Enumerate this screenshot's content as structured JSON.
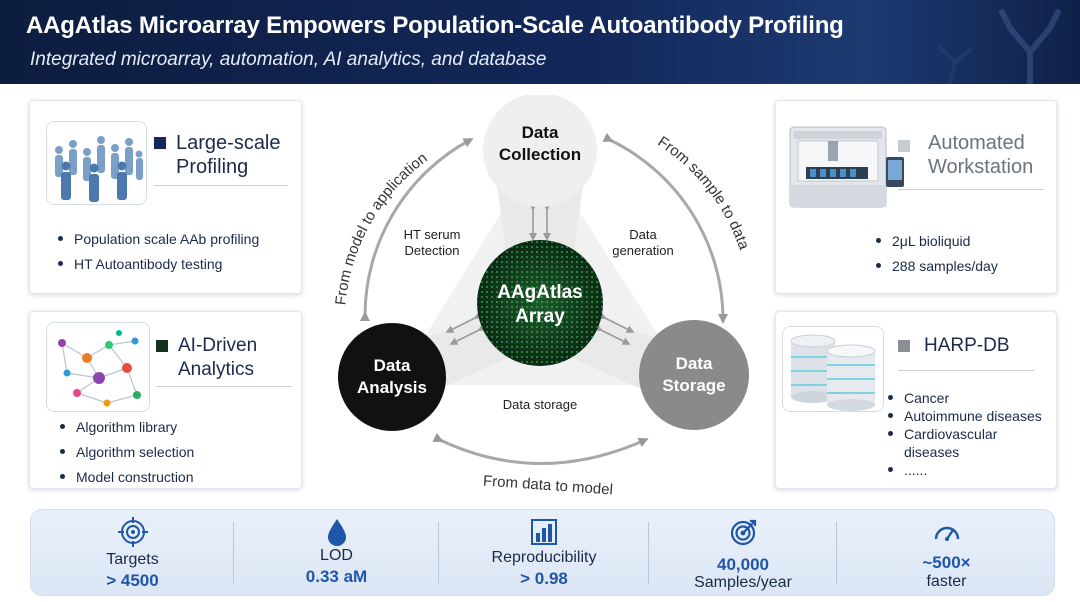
{
  "header": {
    "title": "AAgAtlas Microarray Empowers Population-Scale Autoantibody Profiling",
    "subtitle": "Integrated microarray, automation, AI analytics, and database"
  },
  "cards": {
    "profiling": {
      "heading_line1": "Large-scale",
      "heading_line2": "Profiling",
      "items": [
        "Population scale AAb profiling",
        "HT Autoantibody testing"
      ]
    },
    "analytics": {
      "heading_line1": "AI-Driven",
      "heading_line2": "Analytics",
      "items": [
        "Algorithm library",
        "Algorithm selection",
        "Model construction"
      ]
    },
    "workstation": {
      "heading_line1": "Automated",
      "heading_line2": "Workstation",
      "items": [
        "2μL bioliquid",
        "288 samples/day"
      ]
    },
    "database": {
      "heading": "HARP-DB",
      "items": [
        "Cancer",
        "Autoimmune diseases",
        "Cardiovascular diseases",
        "......"
      ]
    }
  },
  "diagram": {
    "center_line1": "AAgAtlas",
    "center_line2": "Array",
    "collection_line1": "Data",
    "collection_line2": "Collection",
    "analysis_line1": "Data",
    "analysis_line2": "Analysis",
    "storage_line1": "Data",
    "storage_line2": "Storage",
    "label_ht_line1": "HT serum",
    "label_ht_line2": "Detection",
    "label_gen_line1": "Data",
    "label_gen_line2": "generation",
    "label_storage": "Data storage",
    "arc_model_to_application": "From model to application",
    "arc_sample_to_data": "From sample to data",
    "arc_data_to_model": "From data to model"
  },
  "stats": [
    {
      "icon": "target-icon",
      "label": "Targets",
      "value": "> 4500"
    },
    {
      "icon": "droplet-icon",
      "label": "LOD",
      "value": "0.33 aM"
    },
    {
      "icon": "bar-chart-icon",
      "label": "Reproducibility",
      "value": "> 0.98"
    },
    {
      "icon": "bullseye-icon",
      "label": "Samples/year",
      "value": "40,000"
    },
    {
      "icon": "speedometer-icon",
      "label": "faster",
      "value": "~500×"
    }
  ],
  "colors": {
    "navy": "#13285a",
    "accent_blue": "#1f57a8",
    "center_green": "#0f3d1c",
    "analysis_black": "#111111",
    "storage_gray": "#8a8a8a"
  }
}
